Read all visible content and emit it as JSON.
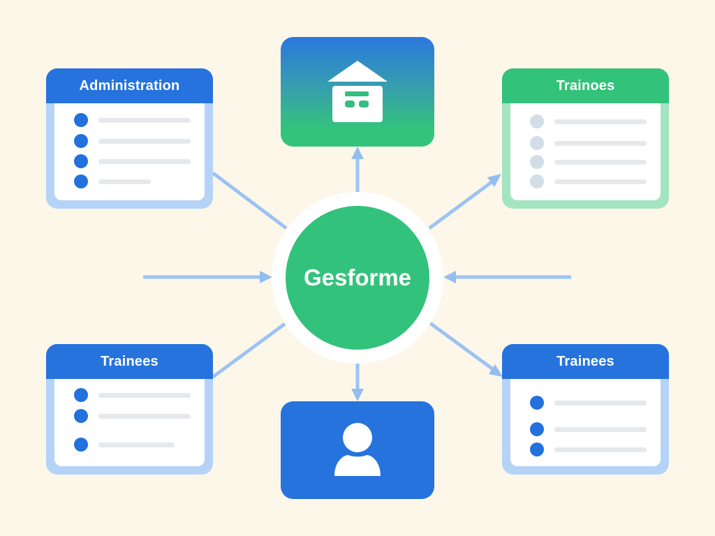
{
  "diagram": {
    "title": "Gesforme",
    "colors": {
      "background": "#fdf7ea",
      "primary_blue": "#2673dd",
      "primary_green": "#33c279",
      "connector": "#9cc3f2",
      "blue_frame": "#b5d3f7",
      "green_frame": "#a3e4c1"
    },
    "hub": {
      "label": "Gesforme"
    },
    "nodes": {
      "top_left": {
        "title": "Administration",
        "theme": "blue",
        "rows": [
          {
            "bullet": "blue",
            "line_width": 140
          },
          {
            "bullet": "blue",
            "line_width": 140
          },
          {
            "bullet": "blue",
            "line_width": 140
          },
          {
            "bullet": "blue",
            "line_width": 75
          }
        ]
      },
      "top_right": {
        "title": "Trainoes",
        "theme": "green",
        "rows": [
          {
            "bullet": "grey",
            "line_width": 140
          },
          {
            "bullet": "grey",
            "line_width": 140
          },
          {
            "bullet": "grey",
            "line_width": 140
          },
          {
            "bullet": "grey",
            "line_width": 140
          }
        ]
      },
      "bottom_left": {
        "title": "Trainees",
        "theme": "blue",
        "rows": [
          {
            "bullet": "blue",
            "line_width": 140
          },
          {
            "bullet": "blue",
            "line_width": 140
          },
          {
            "bullet": "blue",
            "line_width": 109
          }
        ]
      },
      "bottom_right": {
        "title": "Trainees",
        "theme": "blue",
        "rows": [
          {
            "bullet": "blue",
            "line_width": 140
          },
          {
            "bullet": "blue",
            "line_width": 140
          },
          {
            "bullet": "blue",
            "line_width": 140
          }
        ]
      },
      "top_center": {
        "icon": "building-icon"
      },
      "bottom_center": {
        "icon": "user-icon"
      }
    },
    "connectors": [
      {
        "from": "top_left",
        "to": "hub",
        "arrow": "none"
      },
      {
        "from": "hub",
        "to": "top_center",
        "arrow": "end"
      },
      {
        "from": "hub",
        "to": "top_right",
        "arrow": "end"
      },
      {
        "from": "left",
        "to": "hub",
        "arrow": "end"
      },
      {
        "from": "right",
        "to": "hub",
        "arrow": "end"
      },
      {
        "from": "bottom_left",
        "to": "hub",
        "arrow": "none"
      },
      {
        "from": "hub",
        "to": "bottom_center",
        "arrow": "end"
      },
      {
        "from": "hub",
        "to": "bottom_right",
        "arrow": "end"
      }
    ]
  }
}
